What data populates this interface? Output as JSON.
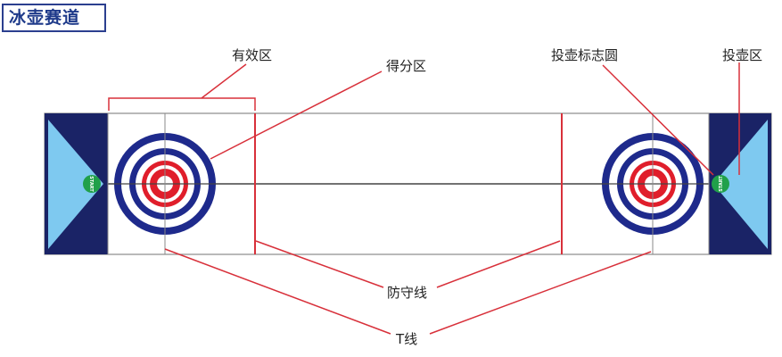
{
  "title": "冰壶赛道",
  "labels": {
    "valid_zone": "有效区",
    "score_zone": "得分区",
    "throw_circle": "投壶标志圆",
    "throw_zone": "投壶区",
    "hog_line": "防守线",
    "t_line": "T线",
    "start": "START"
  },
  "colors": {
    "navy": "#1a2366",
    "light_blue": "#7ec9f0",
    "ring_blue": "#1e2a8c",
    "ring_red": "#e01e2b",
    "green": "#21a04a",
    "leader": "#d8303a",
    "line_gray": "#9a9a9a"
  }
}
